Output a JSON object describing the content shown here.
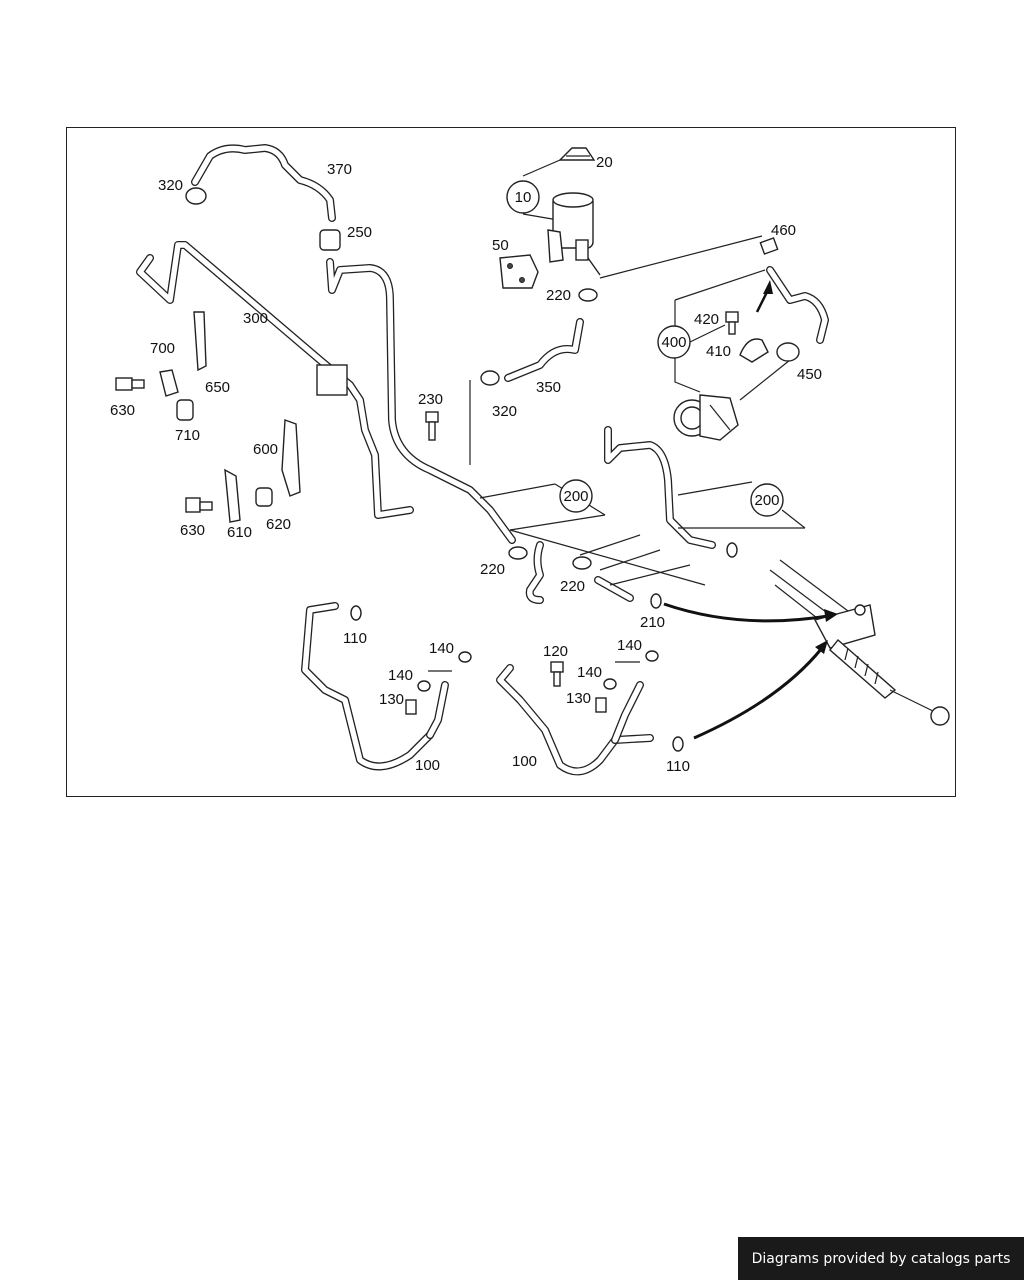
{
  "diagram": {
    "labels": {
      "l20": "20",
      "l10": "10",
      "l460": "460",
      "l370": "370",
      "l320a": "320",
      "l250": "250",
      "l50": "50",
      "l220a": "220",
      "l420": "420",
      "l410": "410",
      "l400": "400",
      "l450": "450",
      "l300": "300",
      "l700": "700",
      "l650": "650",
      "l630a": "630",
      "l710": "710",
      "l230": "230",
      "l350": "350",
      "l320b": "320",
      "l600": "600",
      "l630b": "630",
      "l610": "610",
      "l620": "620",
      "l200a": "200",
      "l200b": "200",
      "l220b": "220",
      "l220c": "220",
      "l210": "210",
      "l110a": "110",
      "l140a": "140",
      "l140b": "140",
      "l130a": "130",
      "l100a": "100",
      "l120": "120",
      "l140c": "140",
      "l140d": "140",
      "l130b": "130",
      "l100b": "100",
      "l110b": "110"
    }
  },
  "footer": {
    "text": "Diagrams provided by catalogs parts"
  }
}
